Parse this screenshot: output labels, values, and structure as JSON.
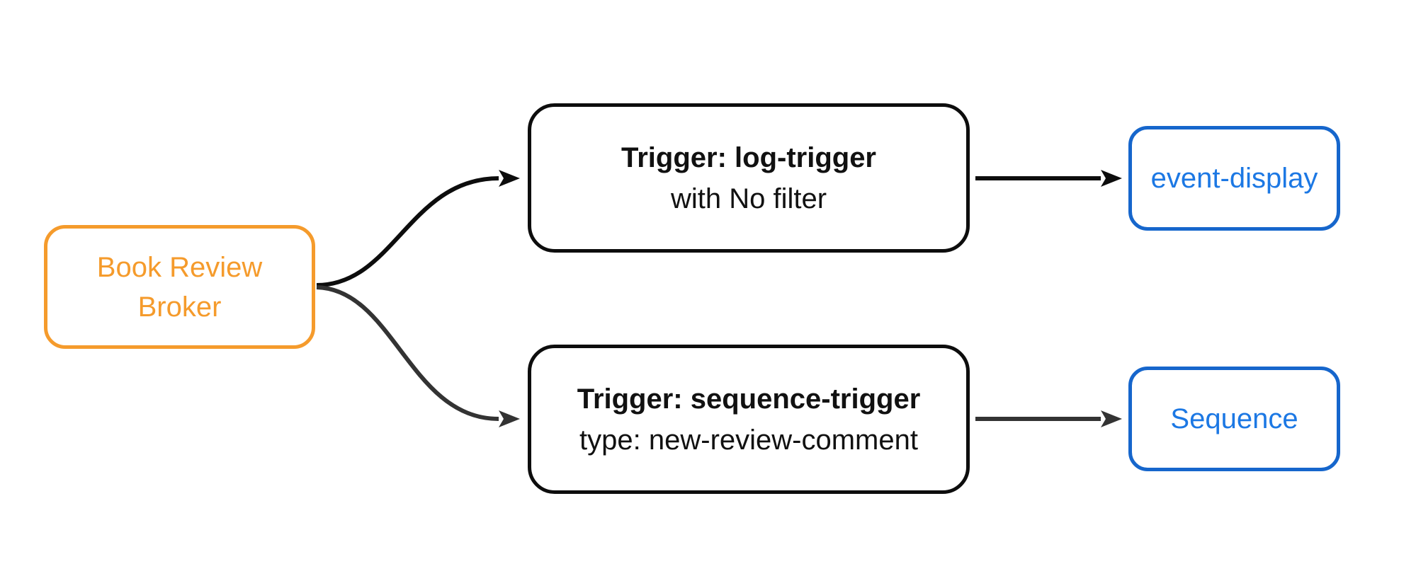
{
  "diagram": {
    "type": "flowchart-left-to-right",
    "nodes": {
      "broker": {
        "label_line1": "Book Review",
        "label_line2": "Broker",
        "accent_color": "#F59B2C"
      },
      "trigger_log": {
        "title": "Trigger: log-trigger",
        "subtitle": "with No filter",
        "border_color": "#0D0D0D",
        "text_color": "#111111"
      },
      "trigger_sequence": {
        "title": "Trigger: sequence-trigger",
        "subtitle": "type: new-review-comment",
        "border_color": "#0D0D0D",
        "text_color": "#111111"
      },
      "event_display": {
        "label": "event-display",
        "border_color": "#1666CC",
        "text_color": "#1C78E4"
      },
      "sequence": {
        "label": "Sequence",
        "border_color": "#1666CC",
        "text_color": "#1C78E4"
      }
    },
    "edges": [
      {
        "from": "broker",
        "to": "trigger_log",
        "color": "#0D0D0D",
        "style": "curved"
      },
      {
        "from": "broker",
        "to": "trigger_sequence",
        "color": "#333333",
        "style": "curved"
      },
      {
        "from": "trigger_log",
        "to": "event_display",
        "color": "#0D0D0D",
        "style": "straight"
      },
      {
        "from": "trigger_sequence",
        "to": "sequence",
        "color": "#333333",
        "style": "straight"
      }
    ],
    "colors": {
      "background": "#FFFFFF",
      "broker_orange": "#F59B2C",
      "trigger_black": "#0D0D0D",
      "subscriber_blue_border": "#1666CC",
      "subscriber_blue_text": "#1C78E4",
      "edge_gray": "#333333"
    }
  }
}
